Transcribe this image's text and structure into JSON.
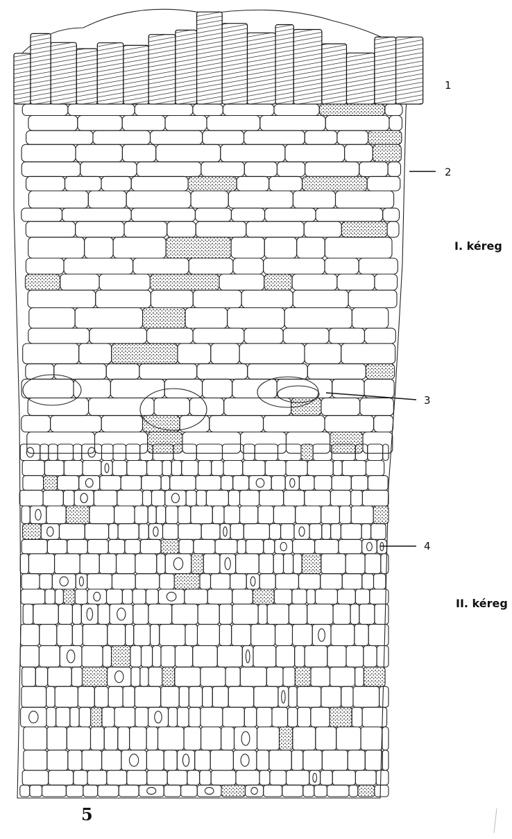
{
  "labels": {
    "l1": "1",
    "l2": "2",
    "l3": "3",
    "l4": "4",
    "region_primary": "I. kéreg",
    "region_secondary": "II. kéreg",
    "figure_number": "5"
  },
  "colors": {
    "ink": "#111111",
    "background": "#ffffff"
  }
}
